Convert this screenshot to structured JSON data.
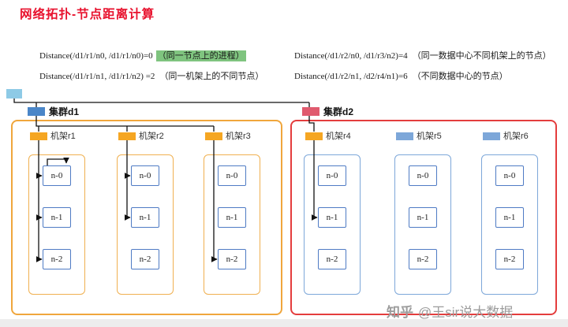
{
  "title": "网络拓扑-节点距离计算",
  "formulas": [
    {
      "expr": "Distance(/d1/r1/n0, /d1/r1/n0)=0",
      "note": "（同一节点上的进程）",
      "note_class": "note green"
    },
    {
      "expr": "Distance(/d1/r1/n1, /d1/r1/n2) =2",
      "note": "（同一机架上的不同节点）",
      "note_class": "note"
    },
    {
      "expr": "Distance(/d1/r2/n0, /d1/r3/n2)=4",
      "note": "（同一数据中心不同机架上的节点）",
      "note_class": "note"
    },
    {
      "expr": "Distance(/d1/r2/n1, /d2/r4/n1)=6",
      "note": "（不同数据中心的节点）",
      "note_class": "note"
    }
  ],
  "clusters": [
    {
      "label": "集群d1",
      "icon_color": "#4a86c8",
      "border_color": "#f0a63c",
      "racks": [
        {
          "label": "机架r1",
          "icon_color": "#f5a623",
          "border_color": "#f0b050",
          "nodes": [
            "n-0",
            "n-1",
            "n-2"
          ]
        },
        {
          "label": "机架r2",
          "icon_color": "#f5a623",
          "border_color": "#f0b050",
          "nodes": [
            "n-0",
            "n-1",
            "n-2"
          ]
        },
        {
          "label": "机架r3",
          "icon_color": "#f5a623",
          "border_color": "#f0b050",
          "nodes": [
            "n-0",
            "n-1",
            "n-2"
          ]
        }
      ]
    },
    {
      "label": "集群d2",
      "icon_color": "#e05a6e",
      "border_color": "#e43d3d",
      "racks": [
        {
          "label": "机架r4",
          "icon_color": "#f5a623",
          "border_color": "#7da7d9",
          "nodes": [
            "n-0",
            "n-1",
            "n-2"
          ]
        },
        {
          "label": "机架r5",
          "icon_color": "#7da7d9",
          "border_color": "#7da7d9",
          "nodes": [
            "n-0",
            "n-1",
            "n-2"
          ]
        },
        {
          "label": "机架r6",
          "icon_color": "#7da7d9",
          "border_color": "#7da7d9",
          "nodes": [
            "n-0",
            "n-1",
            "n-2"
          ]
        }
      ]
    }
  ],
  "watermark": {
    "brand": "知乎",
    "handle": "@王sir说大数据"
  },
  "colors": {
    "title_red": "#e8112d",
    "highlight_green": "#7fc47f",
    "root_fill": "#8ecae6",
    "node_border": "#4f7bc4",
    "connector": "#111111"
  }
}
